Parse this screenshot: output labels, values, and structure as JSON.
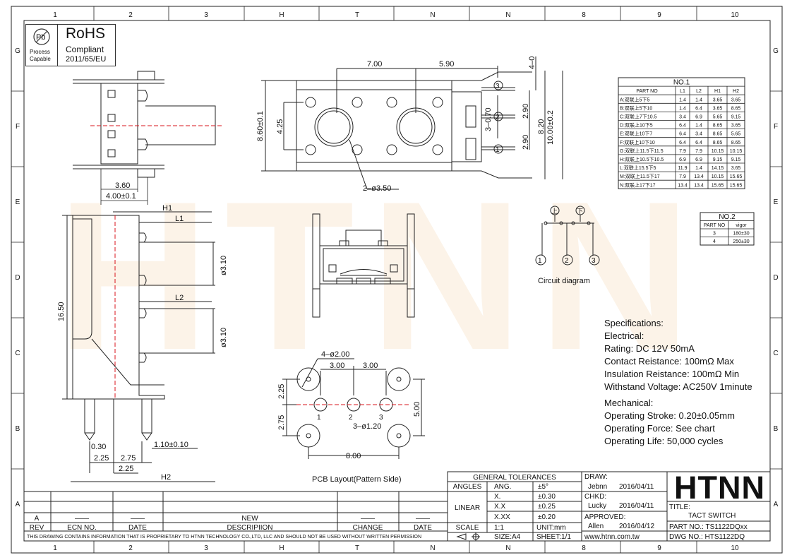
{
  "colors": {
    "line": "#222222",
    "red": "#d8141c",
    "watermark": "#f0c896"
  },
  "border": {
    "cols": [
      "1",
      "2",
      "3",
      "H",
      "T",
      "N",
      "N",
      "8",
      "9",
      "10"
    ],
    "rows": [
      "G",
      "F",
      "E",
      "D",
      "C",
      "B",
      "A"
    ]
  },
  "watermark": "HTNN",
  "rohs": {
    "logo_text": "Pb",
    "process": "Process",
    "capable": "Capable",
    "title": "RoHS",
    "compliant": "Compliant",
    "directive": "2011/65/EU"
  },
  "dims": {
    "d700": "7.00",
    "d590": "5.90",
    "d4m0": "4–0",
    "d425": "4.25",
    "d860": "8.60±0.1",
    "d3m070": "3–0.70",
    "d290a": "2.90",
    "d290b": "2.90",
    "d820": "8.20",
    "d1000": "10.00±0.2",
    "d2m350": "2–ø3.50",
    "p3": "3",
    "p2": "2",
    "p1": "1",
    "d360": "3.60",
    "d400": "4.00±0.1",
    "H1": "H1",
    "L1": "L1",
    "L2": "L2",
    "H2": "H2",
    "d1650": "16.50",
    "d310a": "ø3.10",
    "d310b": "ø3.10",
    "d030": "0.30",
    "d110": "1.10±0.10",
    "d225a": "2.25",
    "d275a": "2.75",
    "d225b": "2.25",
    "pcb_4m200": "4–ø2.00",
    "pcb300a": "3.00",
    "pcb300b": "3.00",
    "pcb225": "2.25",
    "pcb275": "2.75",
    "pcb500": "5.00",
    "pcb800": "8.00",
    "pcb3m120": "3–ø1.20",
    "pcb_n1": "1",
    "pcb_n2": "2",
    "pcb_n3": "3",
    "pcb_caption": "PCB Layout(Pattern Side)"
  },
  "circuit": {
    "caption": "Circuit diagram",
    "top1": "上",
    "top2": "下",
    "n1": "1",
    "n2": "2",
    "n3": "3"
  },
  "table1": {
    "title": "NO.1",
    "headers": [
      "PART NO",
      "L1",
      "L2",
      "H1",
      "H2"
    ],
    "rows": [
      [
        "A:双联上5下5",
        "1.4",
        "1.4",
        "3.65",
        "3.65"
      ],
      [
        "B:双联上5下10",
        "1.4",
        "6.4",
        "3.65",
        "8.65"
      ],
      [
        "C:双联上7下10.5",
        "3.4",
        "6.9",
        "5.65",
        "9.15"
      ],
      [
        "D:双联上10下5",
        "6.4",
        "1.4",
        "8.65",
        "3.65"
      ],
      [
        "E:双联上10下7",
        "6.4",
        "3.4",
        "8.65",
        "5.65"
      ],
      [
        "F:双联上10下10",
        "6.4",
        "6.4",
        "8.65",
        "8.65"
      ],
      [
        "G:双联上11.5下11.5",
        "7.9",
        "7.9",
        "10.15",
        "10.15"
      ],
      [
        "H:双联上10.5下10.5",
        "6.9",
        "6.9",
        "9.15",
        "9.15"
      ],
      [
        "L:双联上15.5下5",
        "11.9",
        "1.4",
        "14.15",
        "3.65"
      ],
      [
        "M:双联上11.5下17",
        "7.9",
        "13.4",
        "10.15",
        "15.65"
      ],
      [
        "N:双联上17下17",
        "13.4",
        "13.4",
        "15.65",
        "15.65"
      ]
    ]
  },
  "table2": {
    "title": "NO.2",
    "headers": [
      "PART NO",
      "vigor"
    ],
    "rows": [
      [
        "3",
        "180±30"
      ],
      [
        "4",
        "250±30"
      ]
    ]
  },
  "specs": {
    "title": "Specifications:",
    "electrical": "Electrical:",
    "rating": "Rating: DC 12V 50mA",
    "contact": "Contact Reistance: 100mΩ Max",
    "insulation": "Insulation Reistance: 100mΩ Min",
    "withstand": "Withstand Voltage: AC250V 1minute",
    "mechanical": "Mechanical:",
    "stroke": "Operating Stroke: 0.20±0.05mm",
    "force": "Operating Force: See chart",
    "life": "Operating Life: 50,000 cycles"
  },
  "titleblock": {
    "gen_tol": "GENERAL TOLERANCES",
    "angles": "ANGLES",
    "ang": "ANG.",
    "ang_v": "±5°",
    "linear": "LINEAR",
    "x1": "X.",
    "x1_v": "±0.30",
    "x2": "X.X",
    "x2_v": "±0.25",
    "x3": "X.XX",
    "x3_v": "±0.20",
    "scale": "SCALE",
    "scale_v": "1:1",
    "unit": "UNIT:mm",
    "size": "SIZE:A4",
    "sheet": "SHEET:1/1",
    "draw": "DRAW:",
    "draw_name": "Jebnn",
    "draw_date": "2016/04/11",
    "chkd": "CHKD:",
    "chkd_name": "Lucky",
    "chkd_date": "2016/04/11",
    "approved": "APPROVED:",
    "appr_name": "Allen",
    "appr_date": "2016/04/12",
    "website": "www.htnn.com.tw",
    "brand": "HTNN",
    "title_lbl": "TITLE:",
    "title_v": "TACT SWITCH",
    "part_no": "PART NO.: TS1122DQxx",
    "dwg_no": "DWG NO.: HTS1122DQ",
    "rev_a": "A",
    "rev_dash1": "——",
    "rev_dash2": "——",
    "rev_new": "NEW",
    "rev_dash3": "——",
    "rev_dash4": "——",
    "rev": "REV",
    "ecn": "ECN NO.",
    "date": "DATE",
    "description": "DESCRIPIION",
    "change": "CHANGE",
    "date2": "DATE",
    "proprietary": "THIS DRAWING CONTAINS INFORMATION THAT IS PROPRIETARY TO HTNN TECHNOLOGY CO.,LTD, LLC AND SHOULD NOT BE USED WITHOUT WRITTEN PERMISSION"
  }
}
